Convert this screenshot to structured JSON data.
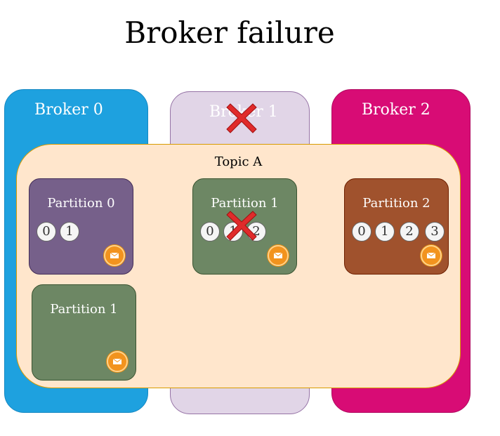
{
  "title": "Broker failure",
  "brokers": [
    {
      "label": "Broker 0",
      "color": "#1ea1df"
    },
    {
      "label": "Broker 1",
      "color": "#e1d5e7",
      "status": "failed"
    },
    {
      "label": "Broker 2",
      "color": "#d80c75"
    }
  ],
  "topic": {
    "label": "Topic A",
    "color": "#ffe6cc"
  },
  "partitions": {
    "p0": {
      "label": "Partition 0",
      "offsets": [
        "0",
        "1"
      ],
      "color": "#76608a"
    },
    "p1_failed": {
      "label": "Partition 1",
      "offsets": [
        "0",
        "1",
        "2"
      ],
      "color": "#6d8764",
      "status": "failed"
    },
    "p2": {
      "label": "Partition 2",
      "offsets": [
        "0",
        "1",
        "2",
        "3"
      ],
      "color": "#a0522d"
    },
    "p1_replica": {
      "label": "Partition 1",
      "offsets": [],
      "color": "#6d8764"
    }
  },
  "icons": {
    "message": "mail-icon",
    "failure": "cross-icon"
  }
}
